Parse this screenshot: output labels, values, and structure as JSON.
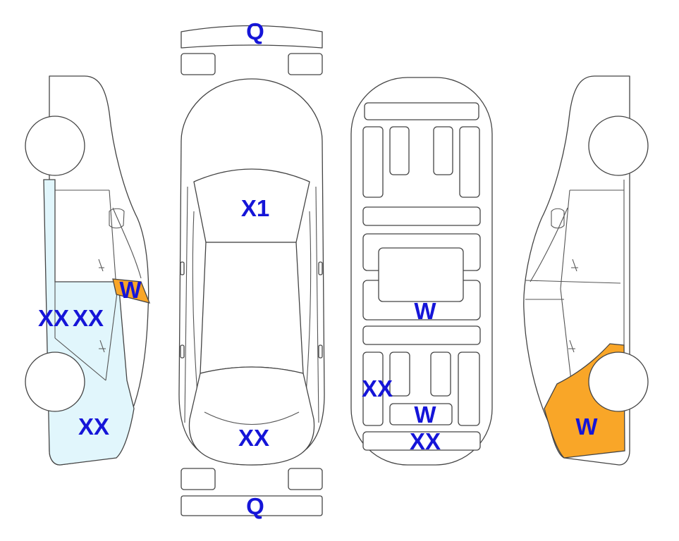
{
  "colors": {
    "orange": "#F9A628",
    "light_blue": "#E1F6FC",
    "label": "#1515D8",
    "outline": "#444444"
  },
  "labels": {
    "front_bumper": "Q",
    "rear_bumper": "Q",
    "hood": "X1",
    "roof_rear": "XX",
    "left_side_window": "W",
    "left_door_a": "XX",
    "left_door_b": "XX",
    "left_rear_quarter": "XX",
    "floor_center": "W",
    "floor_left_rear": "XX",
    "floor_small": "W",
    "floor_bottom": "XX",
    "right_rear_quarter": "W"
  }
}
